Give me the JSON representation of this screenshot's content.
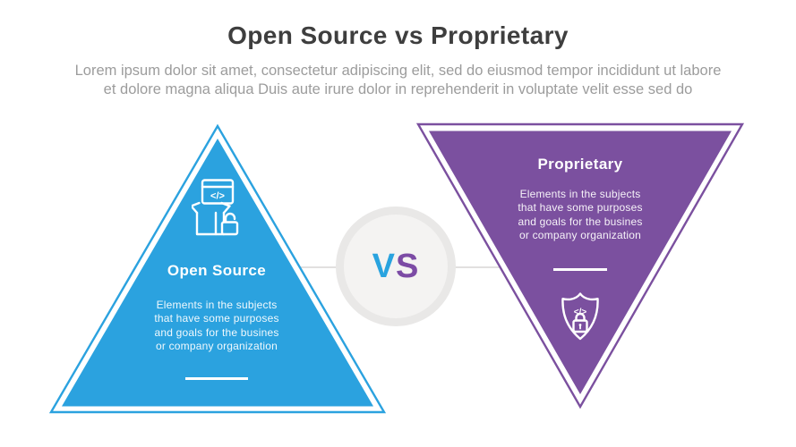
{
  "header": {
    "title": "Open Source vs Proprietary",
    "subtitle_lines": [
      "Lorem ipsum dolor sit amet, consectetur adipiscing elit, sed do eiusmod tempor incididunt ut labore",
      "et dolore magna aliqua Duis aute irure dolor in reprehenderit in voluptate velit esse sed do"
    ]
  },
  "vs_badge": {
    "v": "V",
    "s": "S"
  },
  "open_source": {
    "title": "Open Source",
    "description_lines": [
      "Elements in the subjects",
      "that have some purposes",
      "and goals for the  busines",
      "or company organization"
    ],
    "icon": "code-window-open-box-unlocked-icon",
    "code_glyph": "</>"
  },
  "proprietary": {
    "title": "Proprietary",
    "description_lines": [
      "Elements in the subjects",
      "that have some purposes",
      "and goals for the  busines",
      "or company organization"
    ],
    "icon": "shield-code-locked-icon",
    "code_glyph": "</>"
  },
  "colors": {
    "blue": "#2BA2DF",
    "purple": "#7B509F",
    "vs_blue": "#29A3DF",
    "vs_purple": "#7C4BA5",
    "title_color": "#3E3E3E",
    "subtitle_color": "#9C9C9C",
    "circle_fill": "#F4F3F2",
    "circle_ring": "#E9E8E7",
    "connector_color": "#E2E0DF"
  }
}
